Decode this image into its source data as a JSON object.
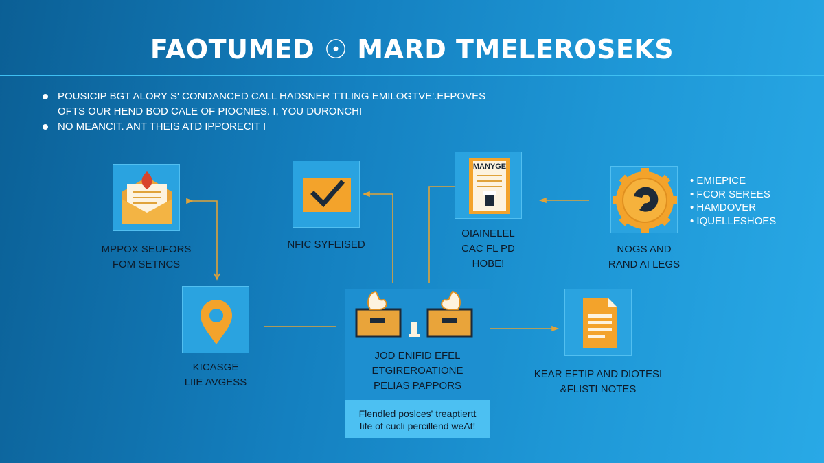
{
  "title": "FAOTUMED ☉ MARD TMELEROSEKS",
  "bullets": [
    {
      "line1": "POUSICIP BGT ALORY S' CONDANCED CALL HADSNER TTLING EMILOGTVE'.EFPOVES",
      "line2": "OFTS OUR HEND BOD CALE OF PIOCNIES. I, YOU DURONCHI"
    },
    {
      "line1": "NO MEANCIT. ANT THEIS ATD IPPORECIT I",
      "line2": ""
    }
  ],
  "nodes": {
    "top1": {
      "icon": "envelope-icon",
      "label1": "MPPOX SEUFORS",
      "label2": "FOM SETNCS"
    },
    "top2": {
      "icon": "checkmark-icon",
      "label1": "NFIC SYFEISED",
      "label2": ""
    },
    "top3": {
      "icon": "document-icon",
      "doc_title": "MANYGE",
      "label1": "OIAINELEL",
      "label2": "CAC FL PD",
      "label3": "HOBE!"
    },
    "top4": {
      "icon": "gear-icon",
      "label1": "NOGS AND",
      "label2": "RAND AI LEGS"
    },
    "bottom1": {
      "icon": "map-pin-icon",
      "label1": "KICASGE",
      "label2": "LIIE AVGESS"
    },
    "center": {
      "icon": "boxes-icon",
      "label1": "JOD ENIFID EFEL",
      "label2": "ETGIREROATIONE",
      "label3": "PELIAS PAPPORS",
      "banner1": "Flendled poslces' treaptiertt",
      "banner2": "Iife of cucli percillend weAt!"
    },
    "bottom3": {
      "icon": "file-icon",
      "label1": "KEAR EFTIP AND DIOTESI",
      "label2": "&FLISTI NOTES"
    }
  },
  "side_list": [
    "• EMIEPICE",
    "• FCOR SEREES",
    "• HAMDOVER",
    "• IQUELLESHOES"
  ],
  "colors": {
    "accent": "#f3a32b",
    "tile": "#2aa3e0",
    "connector": "#e0a33a",
    "text_dark": "#0d1b2a"
  }
}
